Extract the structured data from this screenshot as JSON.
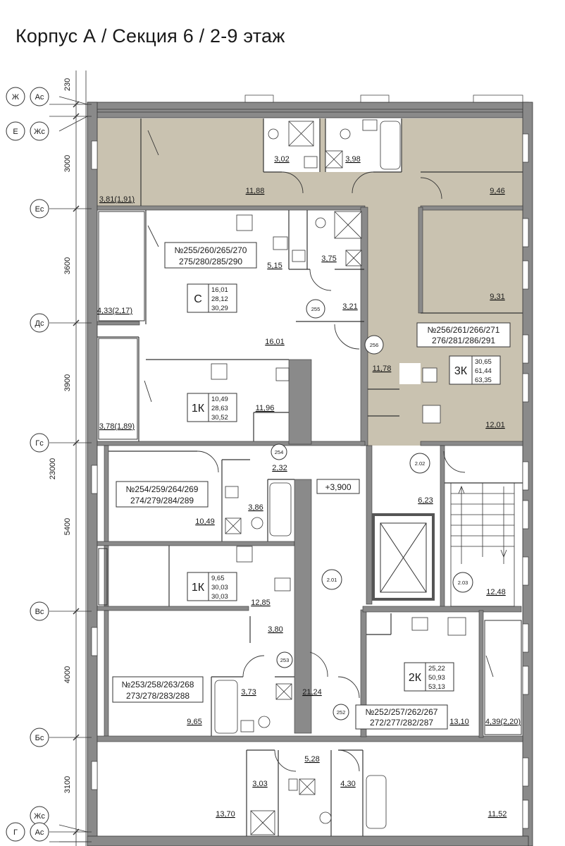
{
  "title": "Корпус А / Секция 6 / 2-9 этаж",
  "colors": {
    "highlight": "#c9c2b0",
    "wall": "#7a7a7a",
    "wall_dark": "#555555",
    "line": "#333333"
  },
  "axes": [
    {
      "id": "zh",
      "label": "Ж",
      "sub": "Ас"
    },
    {
      "id": "e",
      "label": "Е",
      "sub": "Жс"
    },
    {
      "id": "es",
      "label": "Ес"
    },
    {
      "id": "ds",
      "label": "Дс"
    },
    {
      "id": "gs",
      "label": "Гс"
    },
    {
      "id": "vs",
      "label": "Вс"
    },
    {
      "id": "bs",
      "label": "Бс"
    },
    {
      "id": "zhs",
      "label": "Жс"
    },
    {
      "id": "g",
      "label": "Г",
      "sub": "Ас"
    }
  ],
  "dimensions": {
    "d230": "230",
    "d3000": "3000",
    "d3600": "3600",
    "d3900": "3900",
    "d23000": "23000",
    "d5400": "5400",
    "d4000": "4000",
    "d3100": "3100"
  },
  "level": "+3,900",
  "apartments": [
    {
      "id": "a255",
      "numbers_1": "№255/260/265/270",
      "numbers_2": "275/280/285/290",
      "type": "С",
      "areas": [
        "16,01",
        "28,12",
        "30,29"
      ]
    },
    {
      "id": "a256",
      "numbers_1": "№256/261/266/271",
      "numbers_2": "276/281/286/291",
      "type": "3К",
      "areas": [
        "30,65",
        "61,44",
        "63,35"
      ]
    },
    {
      "id": "a1k_top",
      "type": "1К",
      "areas": [
        "10,49",
        "28,63",
        "30,52"
      ]
    },
    {
      "id": "a254",
      "numbers_1": "№254/259/264/269",
      "numbers_2": "274/279/284/289"
    },
    {
      "id": "a1k_mid",
      "type": "1К",
      "areas": [
        "9,65",
        "30,03",
        "30,03"
      ]
    },
    {
      "id": "a253",
      "numbers_1": "№253/258/263/268",
      "numbers_2": "273/278/283/288"
    },
    {
      "id": "a2k",
      "type": "2К",
      "areas": [
        "25,22",
        "50,93",
        "53,13"
      ]
    },
    {
      "id": "a252",
      "numbers_1": "№252/257/262/267",
      "numbers_2": "272/277/282/287"
    }
  ],
  "room_areas": {
    "r302": "3,02",
    "r398": "3,98",
    "r1188": "11,88",
    "r946": "9,46",
    "r381": "3,81(1,91)",
    "r515": "5,15",
    "r375": "3,75",
    "r931": "9,31",
    "r433": "4,33(2,17)",
    "r321": "3,21",
    "r1601": "16,01",
    "r1178": "11,78",
    "r1201": "12,01",
    "r1196": "11,96",
    "r378": "3,78(1,89)",
    "r232": "2,32",
    "r386": "3,86",
    "r1049": "10,49",
    "r623": "6,23",
    "r1285": "12,85",
    "r1248": "12,48",
    "r380": "3,80",
    "r373": "3,73",
    "r2124": "21,24",
    "r965": "9,65",
    "r1310": "13,10",
    "r439": "4,39(2,20)",
    "r528": "5,28",
    "r303": "3,03",
    "r430": "4,30",
    "r1370": "13,70",
    "r1152": "11,52"
  },
  "markers": {
    "m255": "255",
    "m256": "256",
    "m254": "254",
    "m253": "253",
    "m252": "252",
    "m202": "2.02",
    "m201": "2.01",
    "m203": "2.03"
  }
}
